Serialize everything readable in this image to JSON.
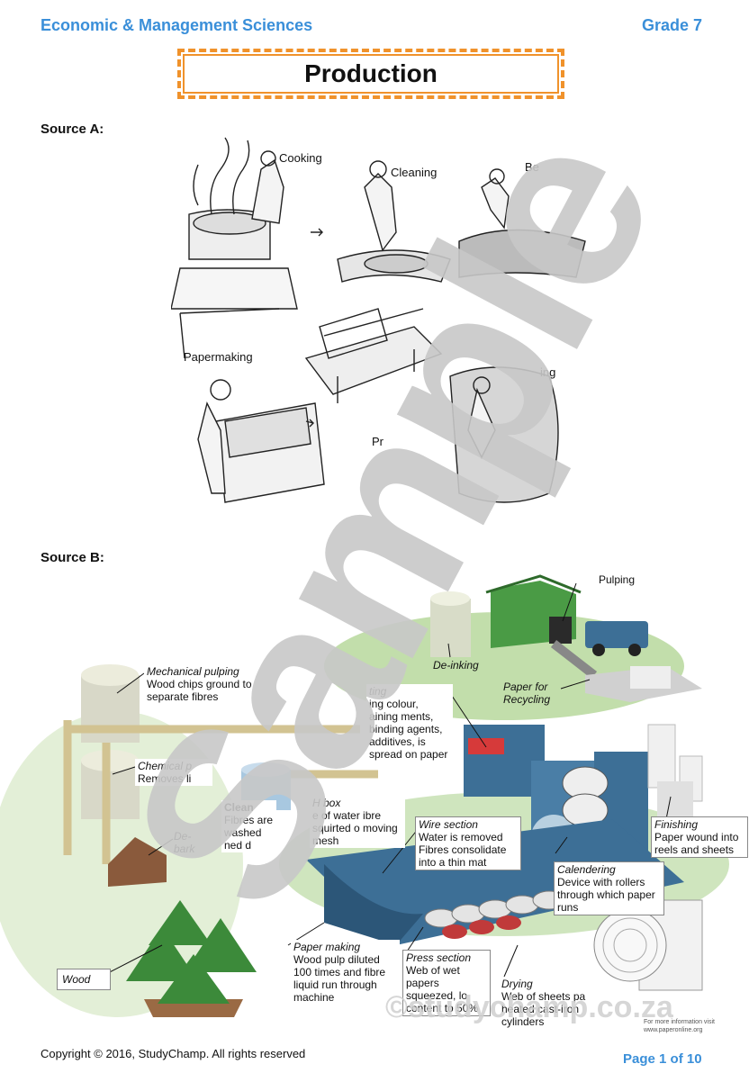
{
  "header": {
    "subject": "Economic & Management Sciences",
    "grade": "Grade 7",
    "title": "Production"
  },
  "source_a": {
    "label": "Source A:",
    "steps": [
      "Cooking",
      "Cleaning",
      "Be",
      "Papermaking",
      "Pr",
      "ing"
    ]
  },
  "source_b": {
    "label": "Source B:",
    "labels": {
      "pulping": "Pulping",
      "deinking": "De-inking",
      "paper_recycling": "Paper for Recycling",
      "mech_title": "Mechanical pulping",
      "mech_desc": "Wood chips ground to separate fibres",
      "coating_title": "ting",
      "coating_desc": "ing colour, aining ments, binding agents, additives, is spread on paper",
      "chem_title": "Chemical p",
      "chem_desc": "Removes li",
      "clean_title": "Clean",
      "clean_desc": "Fibres are washed ned d",
      "headbox_title": "H box",
      "headbox_desc": "e of water ibre squirted o moving mesh",
      "wire_title": "Wire section",
      "wire_desc": "Water is removed Fibres consolidate into a thin mat",
      "finishing_title": "Finishing",
      "finishing_desc": "Paper wound into reels and sheets",
      "debark": "De- bark",
      "calendering_title": "Calendering",
      "calendering_desc": "Device with rollers through which paper runs",
      "papermaking_title": "Paper making",
      "papermaking_desc": "Wood pulp diluted 100 times and fibre liquid run through machine",
      "press_title": "Press section",
      "press_desc": "Web of wet papers squeezed, lo content to 50%",
      "drying_title": "Drying",
      "drying_desc": "Web of sheets pa heated cast-iron cylinders",
      "wood": "Wood",
      "more_info": "For more information visit www.paperonline.org"
    }
  },
  "watermark": {
    "word": "Sample",
    "site": "©studychamp.co.za"
  },
  "footer": {
    "copyright": "Copyright © 2016, StudyChamp. All rights reserved",
    "page": "Page 1 of 10"
  },
  "colors": {
    "accent": "#3a8fd9",
    "title_border": "#f0922b",
    "watermark": "#c8c8c8",
    "machine_blue": "#3d6f96",
    "grass": "#a8d088"
  }
}
